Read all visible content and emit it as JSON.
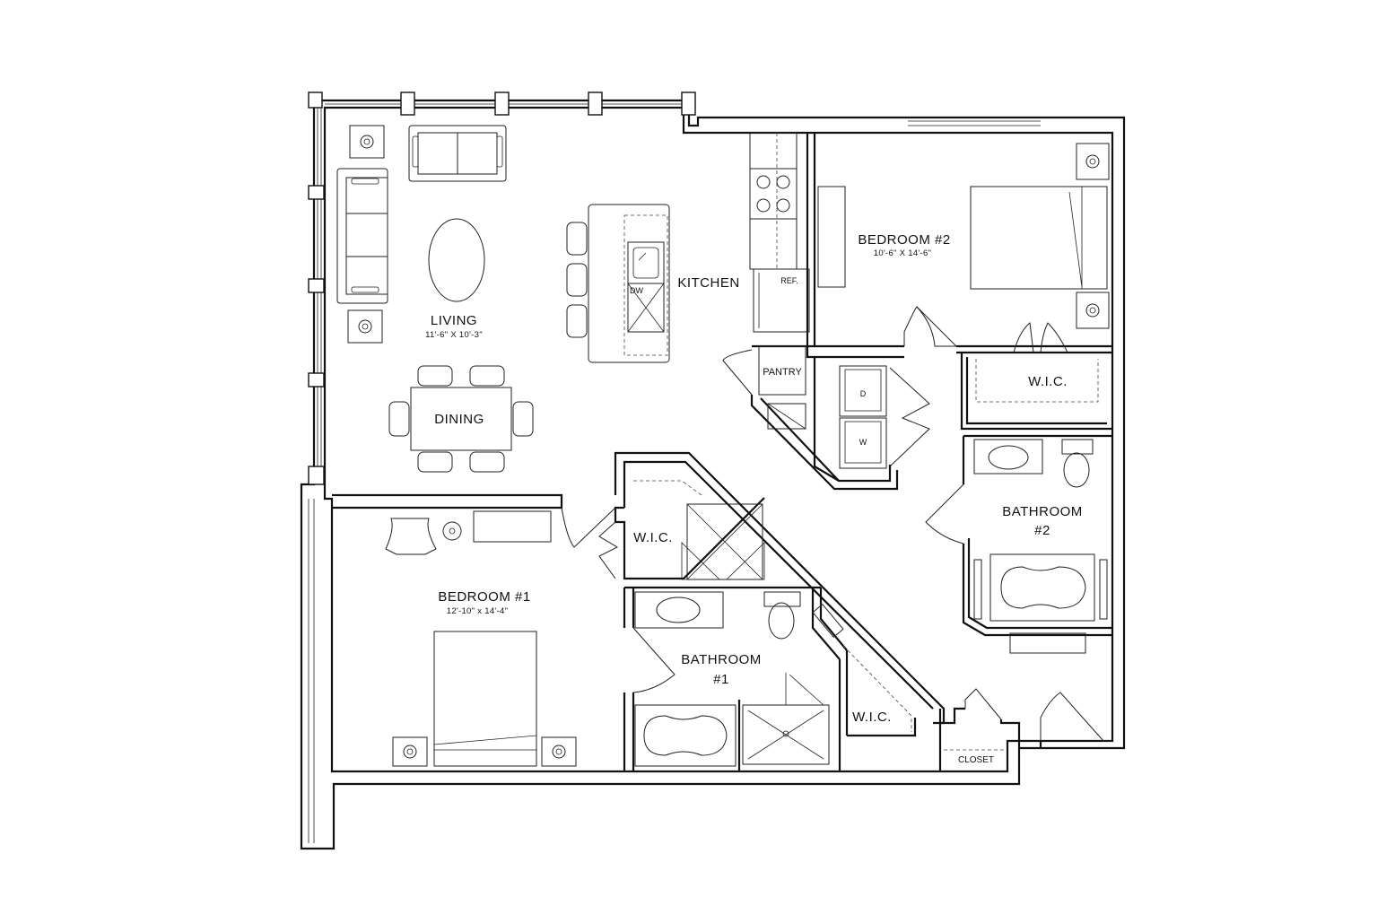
{
  "rooms": {
    "living": "LIVING",
    "living_dim": "11'-6\" X 10'-3\"",
    "dining": "DINING",
    "kitchen": "KITCHEN",
    "bedroom2": "BEDROOM  #2",
    "bedroom2_dim": "10'-6\" X 14'-6\"",
    "pantry": "PANTRY",
    "ref": "REF.",
    "dw": "DW",
    "dryer": "D",
    "washer": "W",
    "wic_bed2": "W.I.C.",
    "bathroom2_line1": "BATHROOM",
    "bathroom2_line2": "#2",
    "wic_bed1": "W.I.C.",
    "bedroom1": "BEDROOM  #1",
    "bedroom1_dim": "12'-10\" x 14'-4\"",
    "bathroom1_line1": "BATHROOM",
    "bathroom1_line2": "#1",
    "wic_bath1": "W.I.C.",
    "closet": "CLOSET"
  }
}
